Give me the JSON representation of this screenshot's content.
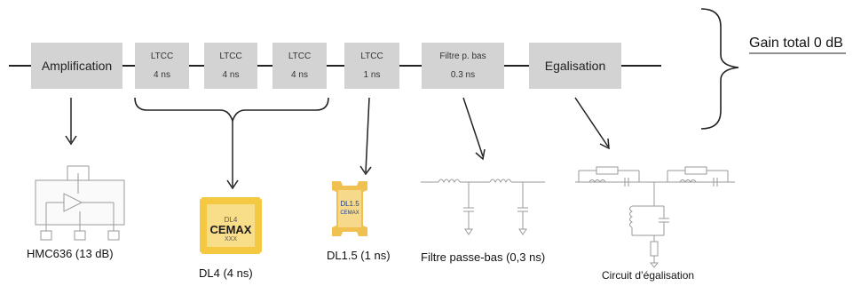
{
  "gain_label": "Gain total 0 dB",
  "blocks": [
    {
      "line1": "Amplification",
      "line2": ""
    },
    {
      "line1": "LTCC",
      "line2": "4 ns"
    },
    {
      "line1": "LTCC",
      "line2": "4 ns"
    },
    {
      "line1": "LTCC",
      "line2": "4 ns"
    },
    {
      "line1": "LTCC",
      "line2": "1 ns"
    },
    {
      "line1": "Filtre p. bas",
      "line2": "0.3 ns"
    },
    {
      "line1": "Egalisation",
      "line2": ""
    }
  ],
  "components": [
    {
      "caption": "HMC636 (13 dB)"
    },
    {
      "caption": "DL4 (4 ns)",
      "chip_brand": "CEMAX",
      "chip_model": "DL4",
      "chip_code": "XXX"
    },
    {
      "caption": "DL1.5 (1 ns)",
      "chip_brand": "CEMAX",
      "chip_model": "DL1.5"
    },
    {
      "caption": "Filtre passe-bas (0,3 ns)"
    },
    {
      "caption": "Circuit d’égalisation"
    }
  ],
  "colors": {
    "block": "#d3d3d3",
    "line": "#222222",
    "chip": "#f5c842",
    "schematic": "#9a9a9a"
  }
}
